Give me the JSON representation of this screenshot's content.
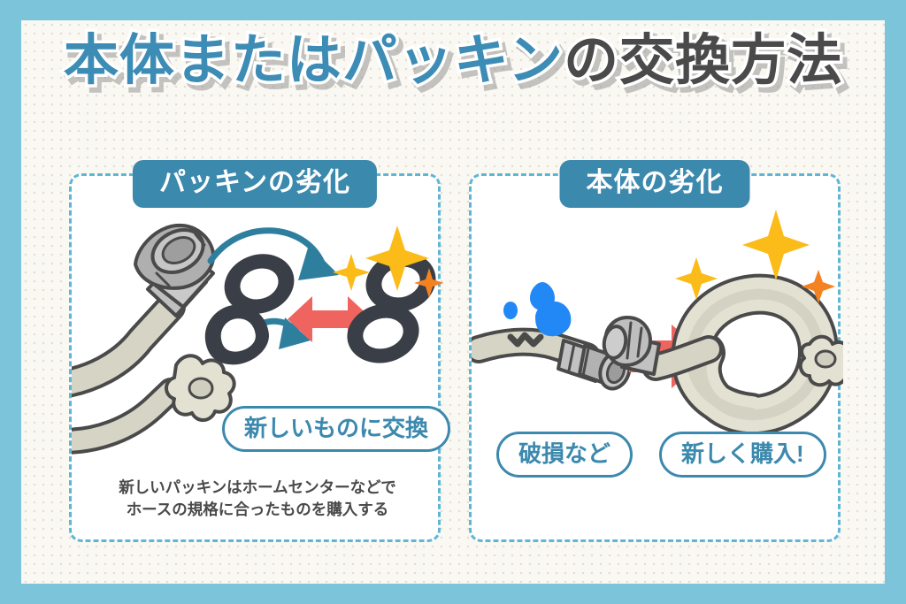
{
  "page": {
    "title_blue": "本体またはパッキン",
    "title_dark": "の交換方法",
    "title_full": "本体またはパッキンの交換方法"
  },
  "colors": {
    "frame_blue": "#7CC4DA",
    "canvas_cream": "#FAF8F2",
    "dot_grey": "#E2DFD2",
    "title_blue": "#3C8CB5",
    "title_dark": "#4A4A4A",
    "badge_blue": "#3C89AE",
    "panel_dash": "#5FB6D4",
    "arrow_red": "#F0645F",
    "arrow_teal": "#2E7F9E",
    "sparkle_yellow": "#FBBB18",
    "sparkle_orange": "#F58220",
    "water_blue": "#2288F5",
    "gasket_dark": "#3A3F47",
    "hose_beige": "#D6D4C4",
    "metal_grey": "#B4B4B4",
    "outline": "#4A4A4A"
  },
  "panels": [
    {
      "id": "packing",
      "header": "パッキンの劣化",
      "pill": "新しいものに交換",
      "caption_line1": "新しいパッキンはホームセンターなどで",
      "caption_line2": "ホースの規格に合ったものを購入する",
      "icons": {
        "hose_connector": "hose-connector-illustration",
        "old_gaskets": "worn-gasket-pair-icon",
        "new_gaskets": "new-gasket-pair-icon",
        "swap_arrow": "red-double-arrow-icon",
        "pointer_arrow_top": "curved-teal-arrow-icon",
        "pointer_arrow_bottom": "curved-teal-arrow-icon",
        "sparkles": "sparkle-icon"
      }
    },
    {
      "id": "body",
      "header": "本体の劣化",
      "pill_left": "破損など",
      "pill_right": "新しく購入!",
      "icons": {
        "damaged_hose": "damaged-hose-icon",
        "water_drops": "water-droplet-icon",
        "transition_arrow": "red-right-arrow-icon",
        "new_hose_coil": "new-coiled-hose-icon",
        "sparkles": "sparkle-icon"
      }
    }
  ]
}
